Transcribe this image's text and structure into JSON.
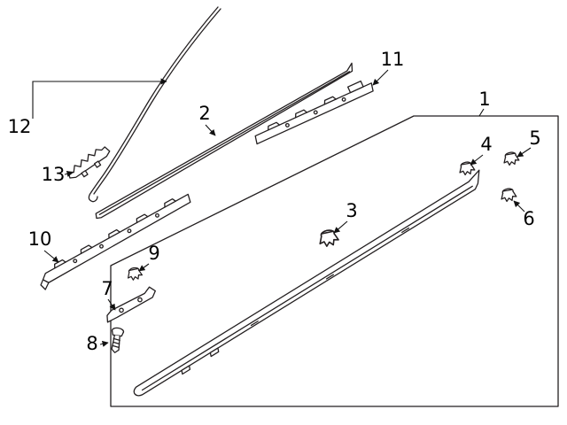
{
  "diagram": {
    "type": "exploded-parts-diagram",
    "colors": {
      "background": "#ffffff",
      "line": "#231f20",
      "label": "#000000"
    },
    "callouts": [
      {
        "id": "1",
        "label": "1"
      },
      {
        "id": "2",
        "label": "2"
      },
      {
        "id": "3",
        "label": "3"
      },
      {
        "id": "4",
        "label": "4"
      },
      {
        "id": "5",
        "label": "5"
      },
      {
        "id": "6",
        "label": "6"
      },
      {
        "id": "7",
        "label": "7"
      },
      {
        "id": "8",
        "label": "8"
      },
      {
        "id": "9",
        "label": "9"
      },
      {
        "id": "10",
        "label": "10"
      },
      {
        "id": "11",
        "label": "11"
      },
      {
        "id": "12",
        "label": "12"
      },
      {
        "id": "13",
        "label": "13"
      }
    ]
  }
}
